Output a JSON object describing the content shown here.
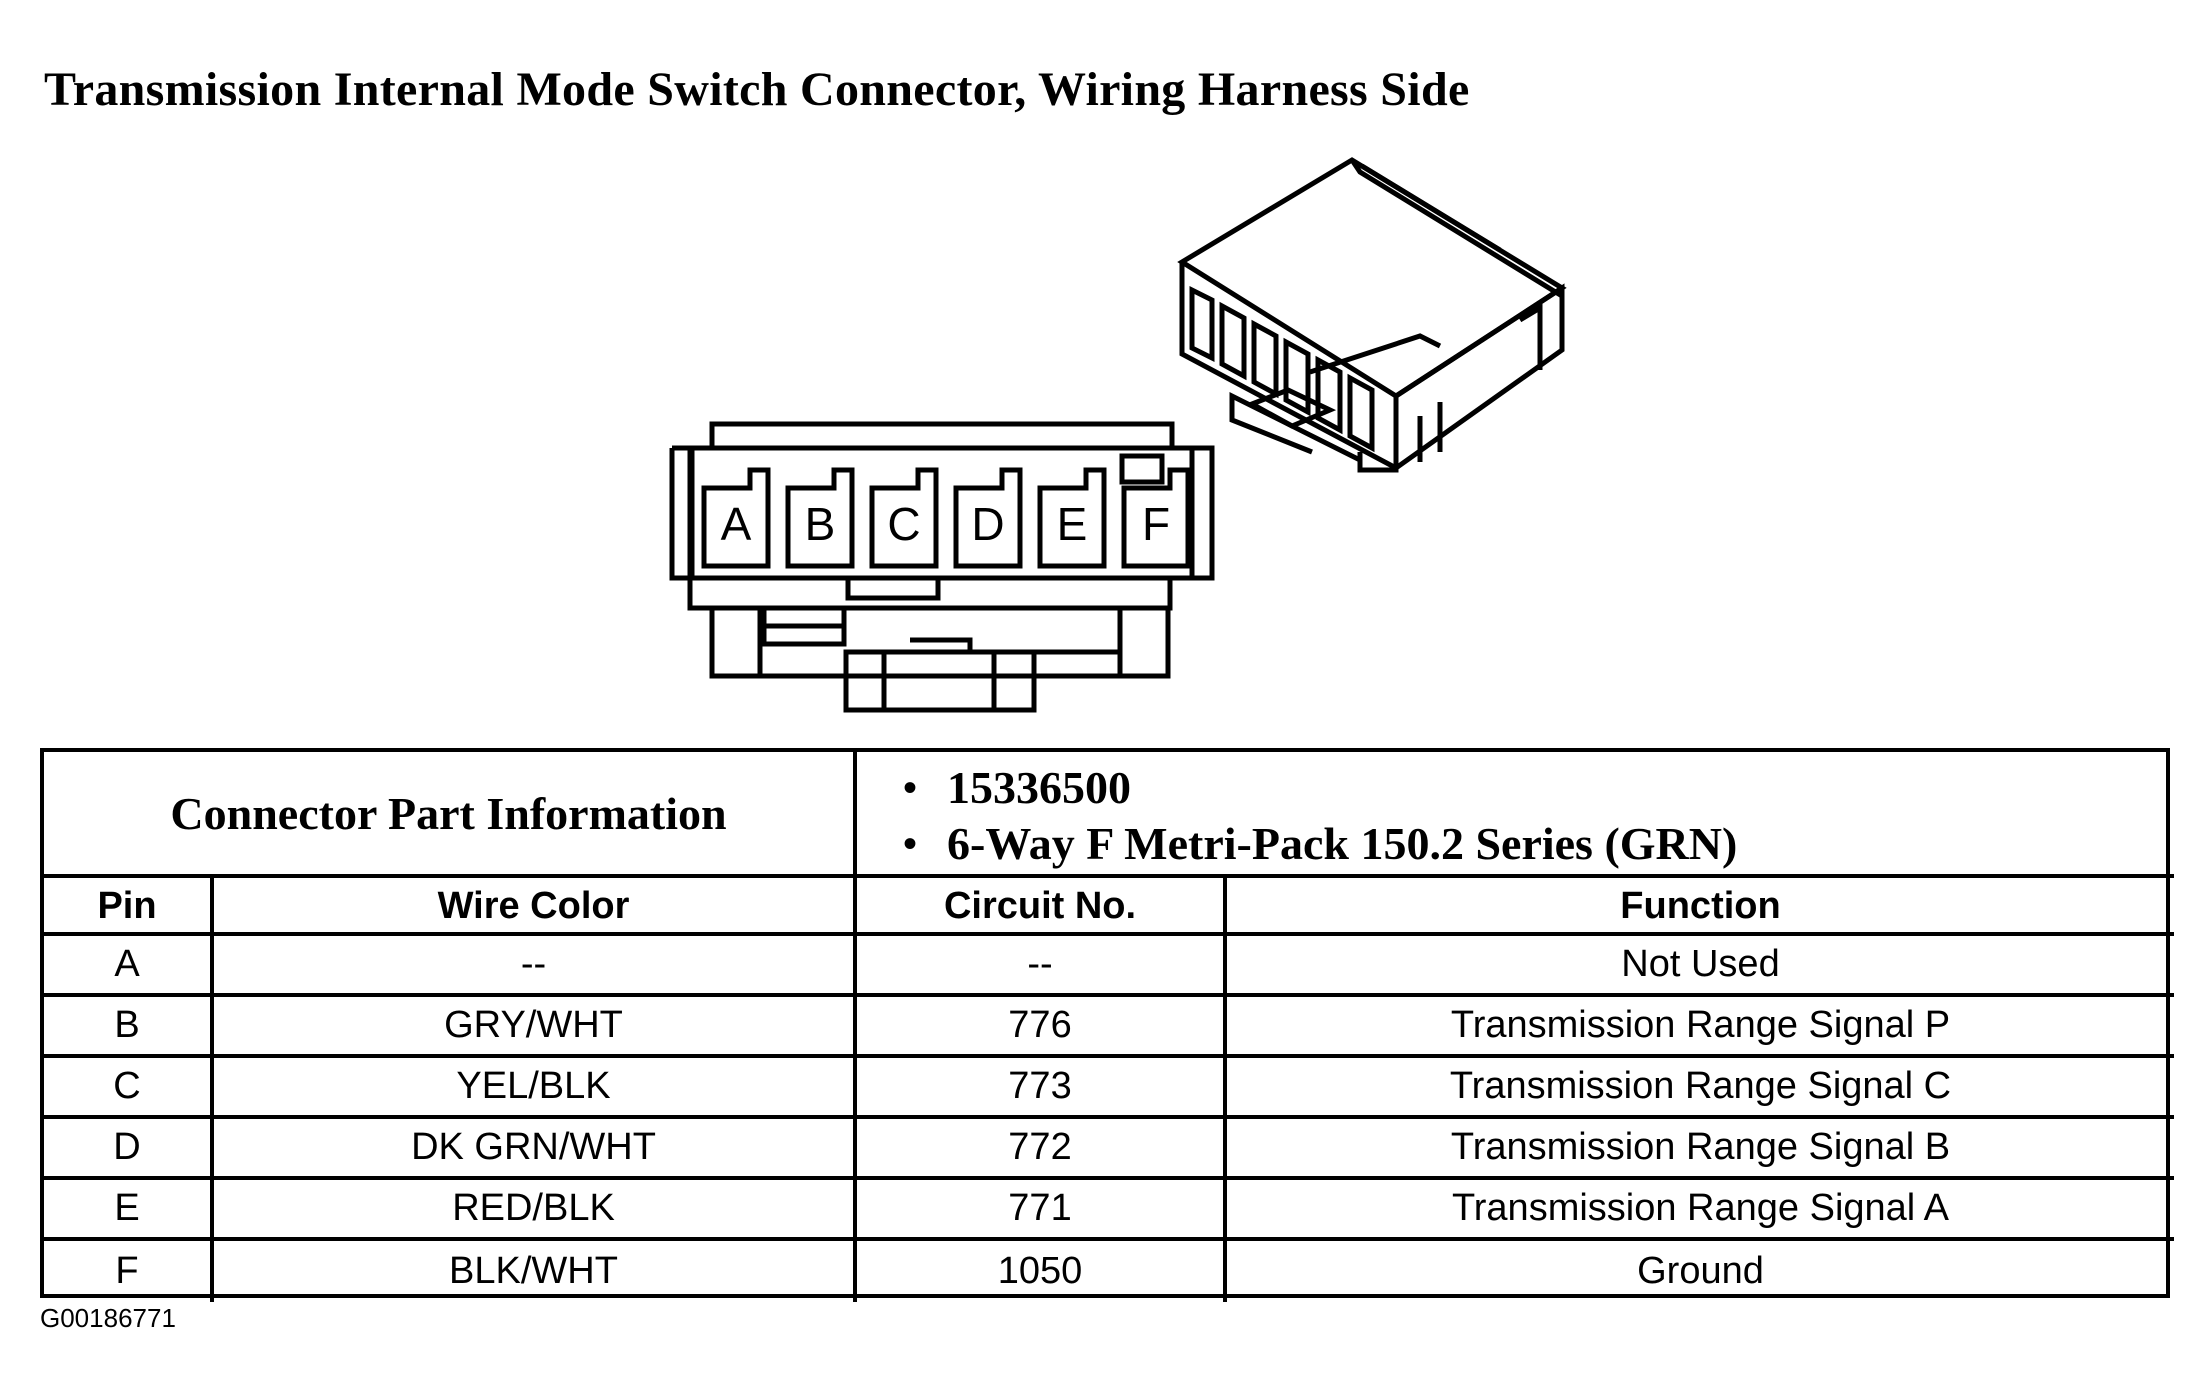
{
  "title": "Transmission Internal Mode Switch Connector, Wiring Harness Side",
  "connector_pins": [
    "A",
    "B",
    "C",
    "D",
    "E",
    "F"
  ],
  "part_info": {
    "label": "Connector Part Information",
    "items": [
      "15336500",
      "6-Way F Metri-Pack 150.2 Series (GRN)"
    ],
    "bullet": "•"
  },
  "table": {
    "headers": [
      "Pin",
      "Wire Color",
      "Circuit No.",
      "Function"
    ],
    "rows": [
      [
        "A",
        "--",
        "--",
        "Not Used"
      ],
      [
        "B",
        "GRY/WHT",
        "776",
        "Transmission Range Signal P"
      ],
      [
        "C",
        "YEL/BLK",
        "773",
        "Transmission Range Signal C"
      ],
      [
        "D",
        "DK GRN/WHT",
        "772",
        "Transmission Range Signal B"
      ],
      [
        "E",
        "RED/BLK",
        "771",
        "Transmission Range Signal A"
      ],
      [
        "F",
        "BLK/WHT",
        "1050",
        "Ground"
      ]
    ]
  },
  "figure_code": "G00186771"
}
